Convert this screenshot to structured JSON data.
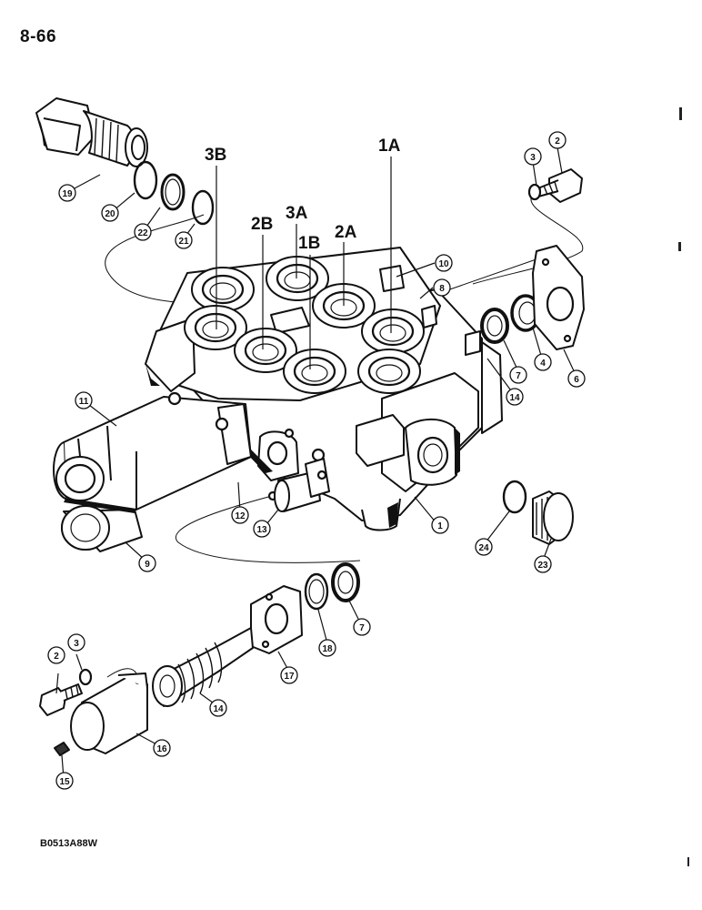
{
  "page": {
    "page_number": "8-66",
    "figure_code": "B0513A88W"
  },
  "port_labels": [
    "3B",
    "1A",
    "2B",
    "3A",
    "2A",
    "1B"
  ],
  "callouts": [
    "19",
    "20",
    "22",
    "21",
    "3",
    "2",
    "10",
    "8",
    "7",
    "4",
    "6",
    "14",
    "11",
    "12",
    "13",
    "1",
    "24",
    "23",
    "9",
    "7",
    "18",
    "17",
    "2",
    "3",
    "14",
    "16",
    "15"
  ]
}
